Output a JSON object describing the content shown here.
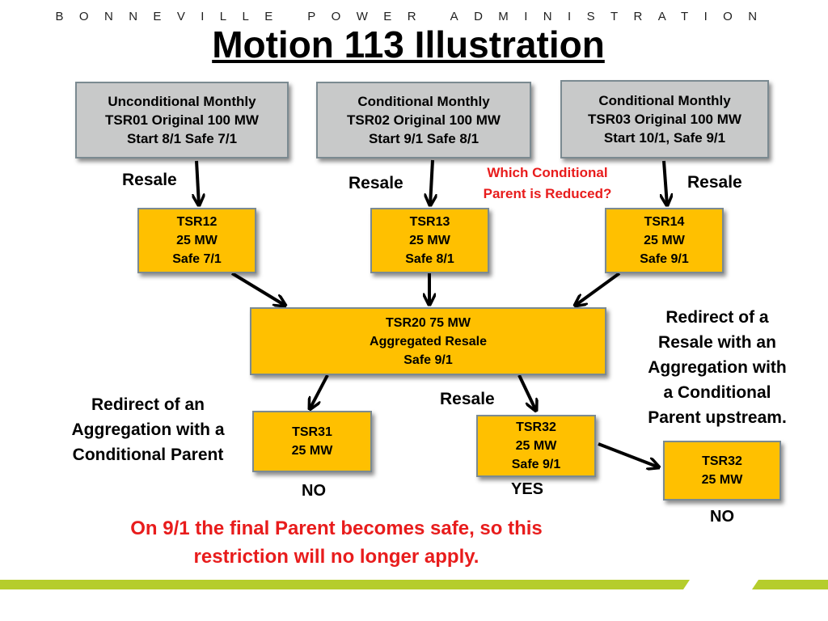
{
  "header": {
    "org_name": "BONNEVILLE POWER ADMINISTRATION"
  },
  "slide": {
    "title": "Motion 113 Illustration"
  },
  "top_boxes": [
    {
      "lines": [
        "Unconditional Monthly",
        "TSR01 Original 100 MW",
        "Start 8/1 Safe 7/1"
      ]
    },
    {
      "lines": [
        "Conditional Monthly",
        "TSR02 Original 100 MW",
        "Start 9/1 Safe 8/1"
      ]
    },
    {
      "lines": [
        "Conditional Monthly",
        "TSR03 Original 100 MW",
        "Start 10/1, Safe 9/1"
      ]
    }
  ],
  "resale_labels": [
    "Resale",
    "Resale",
    "Resale",
    "Resale"
  ],
  "question": {
    "lines": [
      "Which Conditional",
      "Parent is Reduced?"
    ],
    "color": "#e81c1c"
  },
  "resale_boxes": [
    {
      "lines": [
        "TSR12",
        "25 MW",
        "Safe 7/1"
      ]
    },
    {
      "lines": [
        "TSR13",
        "25 MW",
        "Safe 8/1"
      ]
    },
    {
      "lines": [
        "TSR14",
        "25 MW",
        "Safe 9/1"
      ]
    }
  ],
  "aggregate_box": {
    "lines": [
      "TSR20 75 MW",
      "Aggregated Resale",
      "Safe 9/1"
    ]
  },
  "redirect_notes": {
    "left": [
      "Redirect of an",
      "Aggregation with a",
      "Conditional Parent"
    ],
    "right": [
      "Redirect of a",
      "Resale with an",
      "Aggregation with",
      "a Conditional",
      "Parent upstream."
    ]
  },
  "bottom_boxes": [
    {
      "lines": [
        "TSR31",
        "25 MW"
      ]
    },
    {
      "lines": [
        "TSR32",
        "25 MW",
        "Safe 9/1"
      ]
    },
    {
      "lines": [
        "TSR32",
        "25 MW"
      ]
    }
  ],
  "outcomes": [
    "NO",
    "YES",
    "NO"
  ],
  "footer_note": {
    "lines": [
      "On 9/1 the final Parent becomes safe, so this",
      "restriction will no longer apply."
    ],
    "color": "#e81c1c"
  },
  "colors": {
    "parent_box": "#c8c9c9",
    "resale_box": "#ffc000",
    "box_border": "#7b8a91",
    "accent_red": "#e81c1c",
    "footer_stripe": "#b5cd2c"
  }
}
